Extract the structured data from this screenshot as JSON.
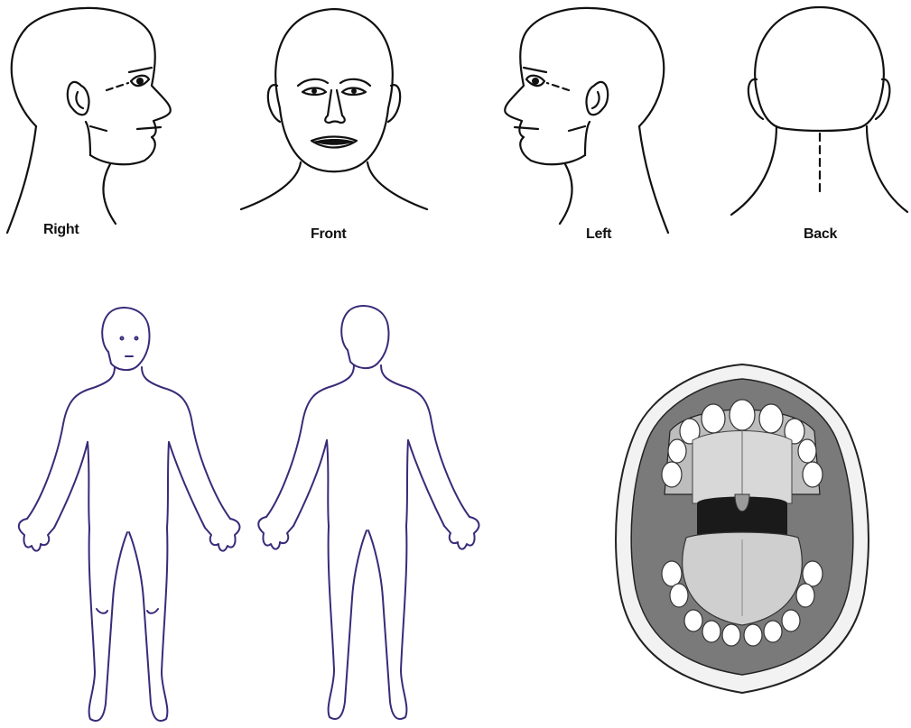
{
  "heads": {
    "right_label": "Right",
    "front_label": "Front",
    "left_label": "Left",
    "back_label": "Back"
  },
  "colors": {
    "head_stroke": "#111111",
    "body_stroke": "#3a2a78",
    "mouth_shading": "#2a2a2a"
  }
}
